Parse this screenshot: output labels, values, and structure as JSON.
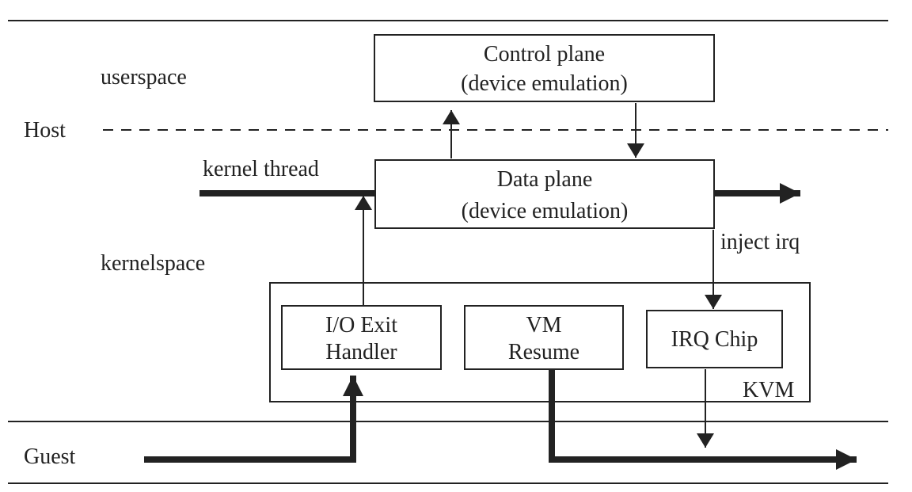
{
  "colors": {
    "stroke": "#222222",
    "background": "#ffffff"
  },
  "regions": {
    "userspace": "userspace",
    "host": "Host",
    "kernelspace": "kernelspace",
    "guest": "Guest"
  },
  "labels": {
    "kernel_thread": "kernel thread",
    "inject_irq": "inject irq",
    "kvm": "KVM"
  },
  "boxes": {
    "control_plane": {
      "line1": "Control plane",
      "line2": "(device emulation)"
    },
    "data_plane": {
      "line1": "Data plane",
      "line2": "(device emulation)"
    },
    "io_exit_handler": {
      "line1": "I/O Exit",
      "line2": "Handler"
    },
    "vm_resume": {
      "line1": "VM",
      "line2": "Resume"
    },
    "irq_chip": {
      "line1": "IRQ Chip"
    }
  }
}
